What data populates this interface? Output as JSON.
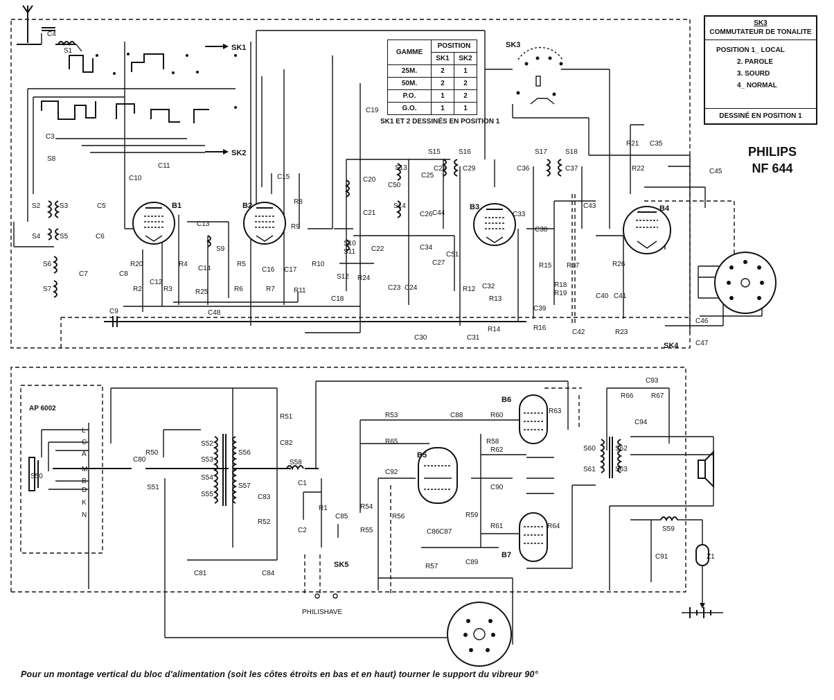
{
  "brand": {
    "line1": "PHILIPS",
    "line2": "NF 644"
  },
  "sk3_legend": {
    "title": "SK3",
    "subtitle": "COMMUTATEUR DE TONALITE",
    "positions": [
      "POSITION 1_ LOCAL",
      "2. PAROLE",
      "3. SOURD",
      "4_ NORMAL"
    ],
    "footer": "DESSINÉ EN POSITION 1"
  },
  "band_table": {
    "headers": [
      "GAMME",
      "POSITION"
    ],
    "subheaders": [
      "SK1",
      "SK2"
    ],
    "rows": [
      {
        "band": "25M.",
        "sk1": "2",
        "sk2": "1"
      },
      {
        "band": "50M.",
        "sk1": "2",
        "sk2": "2"
      },
      {
        "band": "P.O.",
        "sk1": "1",
        "sk2": "2"
      },
      {
        "band": "G.O.",
        "sk1": "1",
        "sk2": "1"
      }
    ],
    "note": "SK1 ET 2 DESSINÉS EN POSITION 1"
  },
  "tubes": {
    "b1": "B1",
    "b2": "B2",
    "b3": "B3",
    "b4": "B4",
    "b5": "B5",
    "b6": "B6",
    "b7": "B7"
  },
  "switches": {
    "sk1": "SK1",
    "sk2": "SK2",
    "sk3": "SK3",
    "sk4": "SK4",
    "sk5": "SK5"
  },
  "power_block": {
    "title": "AP 6002",
    "terminals": [
      "L",
      "C",
      "A",
      "M",
      "B",
      "D",
      "K",
      "N"
    ],
    "philishave": "PHILISHAVE"
  },
  "top_labels": {
    "coils": [
      "S1",
      "S2",
      "S3",
      "S4",
      "S5",
      "S6",
      "S7",
      "S8",
      "S9",
      "S10",
      "S11",
      "S12",
      "S13",
      "S14",
      "S15",
      "S16",
      "S17",
      "S18"
    ],
    "caps": [
      "C4",
      "C3",
      "C5",
      "C6",
      "C7",
      "C8",
      "C9",
      "C10",
      "C11",
      "C12",
      "C13",
      "C14",
      "C15",
      "C16",
      "C17",
      "C18",
      "C19",
      "C20",
      "C21",
      "C22",
      "C23",
      "C24",
      "C25",
      "C26",
      "C27",
      "C28",
      "C29",
      "C30",
      "C31",
      "C32",
      "C33",
      "C34",
      "C35",
      "C36",
      "C37",
      "C38",
      "C39",
      "C40",
      "C41",
      "C42",
      "C43",
      "C44",
      "C45",
      "C46",
      "C47",
      "C48",
      "C50",
      "C51"
    ],
    "resistors": [
      "R2",
      "R3",
      "R4",
      "R5",
      "R6",
      "R7",
      "R8",
      "R9",
      "R10",
      "R11",
      "R12",
      "R13",
      "R14",
      "R15",
      "R16",
      "R17",
      "R18",
      "R19",
      "R20",
      "R21",
      "R22",
      "R23",
      "R24",
      "R25",
      "R26"
    ]
  },
  "bottom_labels": {
    "coils": [
      "S50",
      "S51",
      "S52",
      "S53",
      "S54",
      "S55",
      "S56",
      "S57",
      "S58",
      "S59",
      "S60",
      "S61",
      "S62",
      "S63"
    ],
    "caps": [
      "C1",
      "C2",
      "C80",
      "C81",
      "C82",
      "C83",
      "C84",
      "C85",
      "C86",
      "C87",
      "C88",
      "C89",
      "C90",
      "C91",
      "C92",
      "C93",
      "C94"
    ],
    "resistors": [
      "R1",
      "R50",
      "R51",
      "R52",
      "R53",
      "R54",
      "R55",
      "R56",
      "R57",
      "R58",
      "R59",
      "R60",
      "R61",
      "R62",
      "R63",
      "R64",
      "R65",
      "R66",
      "R67"
    ],
    "other": [
      "Z1"
    ]
  },
  "footnote": "Pour un montage vertical du bloc d'alimentation (soit les côtes étroits en bas et en haut) tourner le support du vibreur 90°"
}
